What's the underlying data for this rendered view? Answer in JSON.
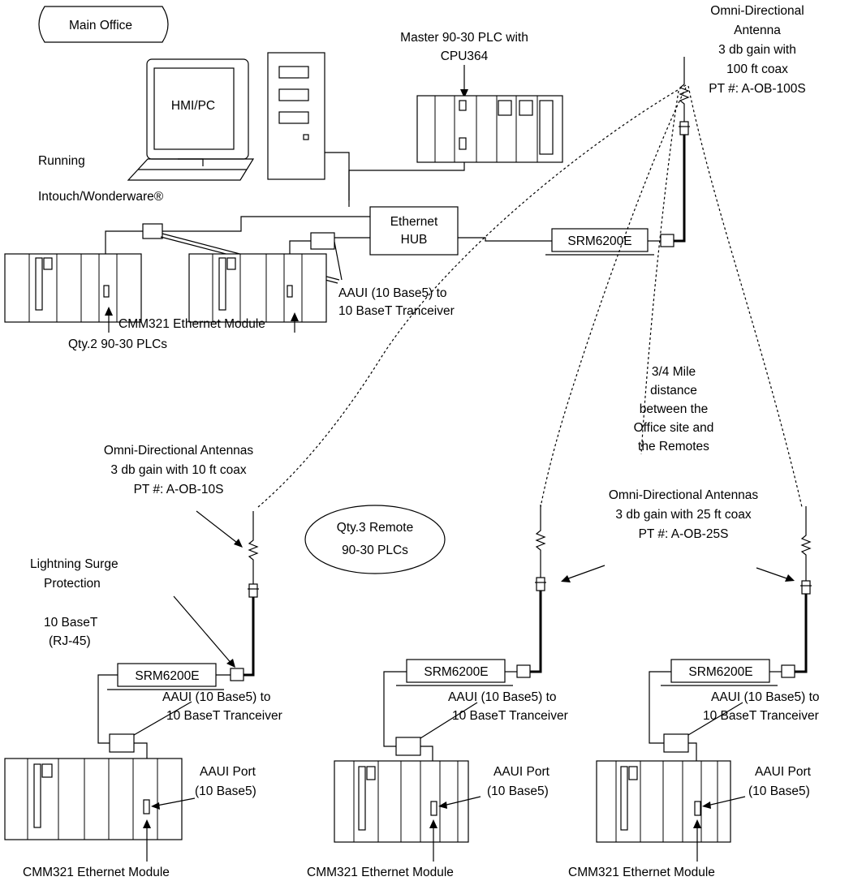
{
  "main_office": {
    "title": "Main Office",
    "hmi_label": "HMI/PC",
    "running_label": "Running",
    "software_label": "Intouch/Wonderware®",
    "master_plc_line1": "Master 90-30 PLC with",
    "master_plc_line2": "CPU364",
    "hub_line1": "Ethernet",
    "hub_line2": "HUB",
    "radio_label": "SRM6200E",
    "transceiver_line1": "AAUI (10 Base5) to",
    "transceiver_line2": "10 BaseT Tranceiver",
    "cmm_label": "CMM321 Ethernet Module",
    "qty_label": "Qty.2 90-30 PLCs"
  },
  "main_antenna": {
    "line1": "Omni-Directional",
    "line2": "Antenna",
    "line3": "3 db gain with",
    "line4": "100 ft coax",
    "line5": "PT #: A-OB-100S"
  },
  "distance": {
    "line1": "3/4 Mile",
    "line2": "distance",
    "line3": "between the",
    "line4": "Office site and",
    "line5": "the Remotes"
  },
  "remote_antenna_10": {
    "line1": "Omni-Directional Antennas",
    "line2": "3 db gain with 10 ft coax",
    "line3": "PT #: A-OB-10S"
  },
  "remote_antenna_25": {
    "line1": "Omni-Directional Antennas",
    "line2": "3 db gain with 25 ft coax",
    "line3": "PT #: A-OB-25S"
  },
  "remotes_group": {
    "line1": "Qty.3 Remote",
    "line2": "90-30 PLCs"
  },
  "surge": {
    "line1": "Lightning Surge",
    "line2": "Protection"
  },
  "baset": {
    "line1": "10 BaseT",
    "line2": "(RJ-45)"
  },
  "remote_site": {
    "radio_label": "SRM6200E",
    "transceiver_line1": "AAUI (10 Base5) to",
    "transceiver_line2": "10 BaseT Tranceiver",
    "port_line1": "AAUI Port",
    "port_line2": "(10 Base5)",
    "cmm_label": "CMM321 Ethernet Module"
  }
}
